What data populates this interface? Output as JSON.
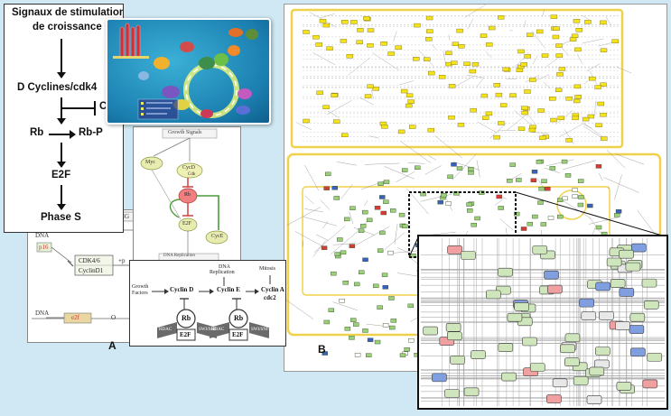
{
  "cascade": {
    "signals": "Signaux de stimulation",
    "signals2": "de croissance",
    "cyclin": "D Cyclines/cdk4",
    "cki": "CKI",
    "rb": "Rb",
    "rbp": "Rb-P",
    "e2f": "E2F",
    "phase": "Phase S"
  },
  "growth_panel": {
    "title": "Growth Signals",
    "myc": "Myc",
    "cycd": "CycD",
    "cdk": "Cdk",
    "rb": "Rb",
    "e2f": "E2F",
    "cyce": "CycE",
    "footer": "DNA Replication"
  },
  "cdk_panel": {
    "dna": "DNA",
    "p16": "p16",
    "cdk46": "CDK4/6",
    "cyclind1": "CyclinD1",
    "p": "+p",
    "dna2": "DNA",
    "e2f_box": "e2f",
    "o": "O",
    "hdr": "FHG"
  },
  "cyclin_panel": {
    "growth": "Growth",
    "factors": "Factors",
    "cycd": "Cyclin D",
    "dna": "DNA",
    "replication": "Replication",
    "cyce": "Cyclin E",
    "mitosis": "Mitosis",
    "cyca": "Cyclin A",
    "cdc2": "cdc2",
    "rb": "Rb",
    "e2f": "E2F",
    "hdac": "HDAC",
    "swi": "SWI/SNF"
  },
  "labels": {
    "a": "A",
    "b": "B"
  },
  "colors": {
    "bg": "#cfe8f3",
    "yellow_node": "#f4e21a",
    "green_node": "#9ccf7a",
    "red_node": "#d83a3a",
    "blue_node": "#3a5fbf",
    "frame_yellow": "#f0d24a"
  }
}
